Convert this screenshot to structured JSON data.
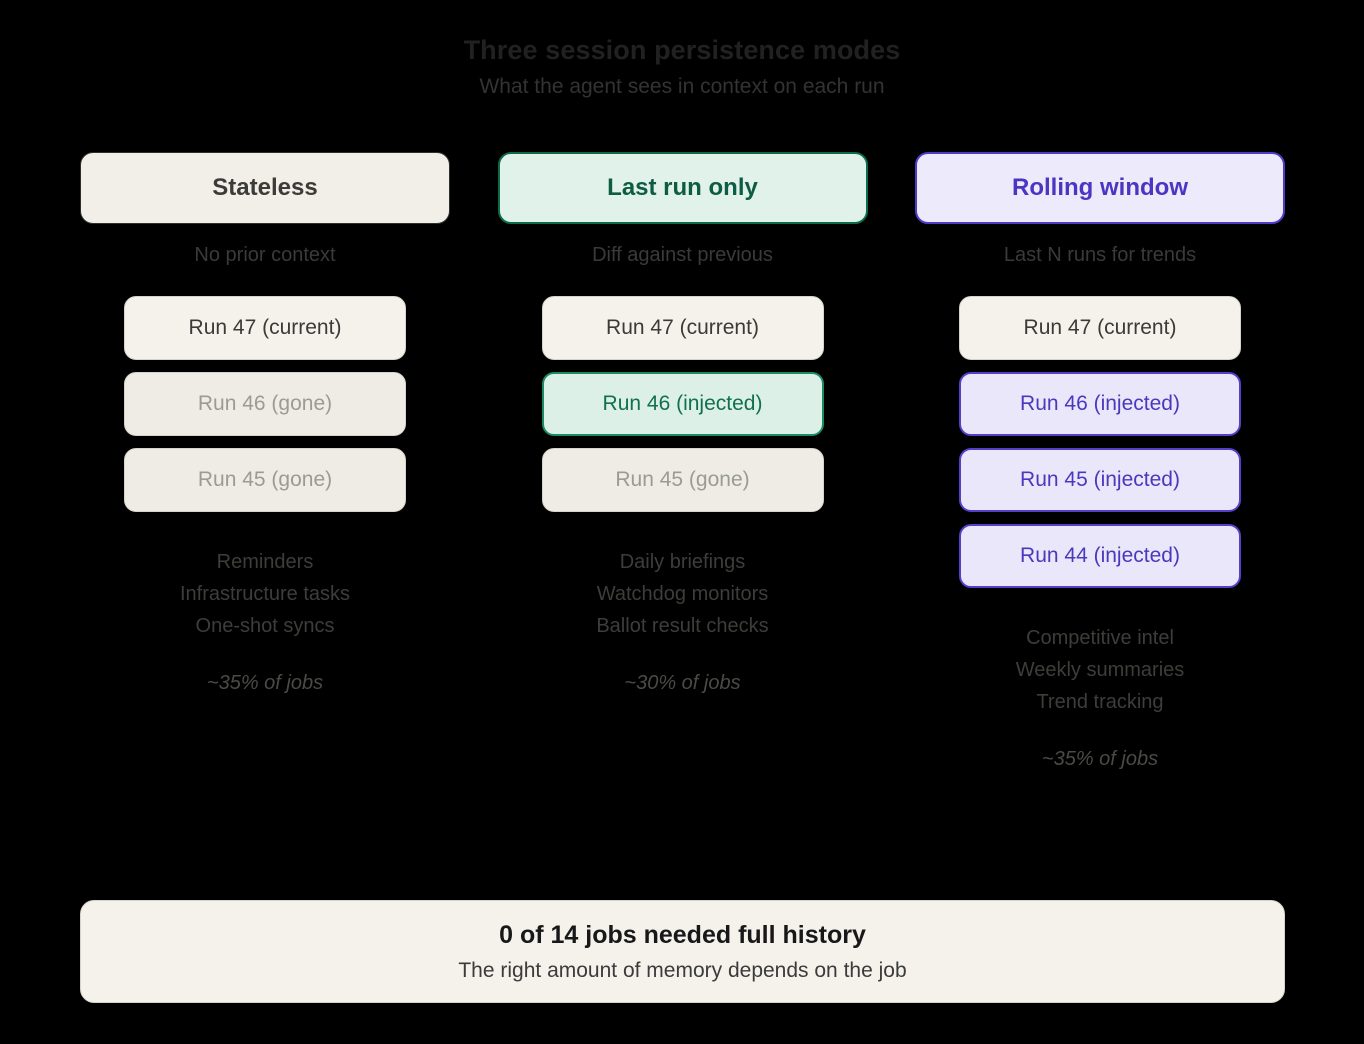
{
  "header": {
    "title": "Three session persistence modes",
    "subtitle": "What the agent sees in context on each run"
  },
  "colors": {
    "background": "#000000",
    "neutral_fill": "#f2efe9",
    "neutral_text": "#3b3b38",
    "green_fill": "#e1f2ea",
    "green_border": "#0b6b4b",
    "green_text": "#0d5c43",
    "purple_fill": "#edeafc",
    "purple_border": "#4f3bc6",
    "purple_text": "#4b35c2",
    "muted_text": "#9b9b95"
  },
  "columns": [
    {
      "title": "Stateless",
      "caption": "No prior context",
      "runs": [
        {
          "label": "Run 47 (current)",
          "state": "current"
        },
        {
          "label": "Run 46 (gone)",
          "state": "gone"
        },
        {
          "label": "Run 45 (gone)",
          "state": "gone"
        }
      ],
      "usecases": [
        "Reminders",
        "Infrastructure tasks",
        "One-shot syncs"
      ],
      "share": "~35% of jobs"
    },
    {
      "title": "Last run only",
      "caption": "Diff against previous",
      "runs": [
        {
          "label": "Run 47 (current)",
          "state": "current"
        },
        {
          "label": "Run 46 (injected)",
          "state": "injected-green"
        },
        {
          "label": "Run 45 (gone)",
          "state": "gone"
        }
      ],
      "usecases": [
        "Daily briefings",
        "Watchdog monitors",
        "Ballot result checks"
      ],
      "share": "~30% of jobs"
    },
    {
      "title": "Rolling window",
      "caption": "Last N runs for trends",
      "runs": [
        {
          "label": "Run 47 (current)",
          "state": "current"
        },
        {
          "label": "Run 46 (injected)",
          "state": "injected-purple"
        },
        {
          "label": "Run 45 (injected)",
          "state": "injected-purple"
        },
        {
          "label": "Run 44 (injected)",
          "state": "injected-purple"
        }
      ],
      "usecases": [
        "Competitive intel",
        "Weekly summaries",
        "Trend tracking"
      ],
      "share": "~35% of jobs"
    }
  ],
  "footer": {
    "title": "0 of 14 jobs needed full history",
    "subtitle": "The right amount of memory depends on the job"
  }
}
